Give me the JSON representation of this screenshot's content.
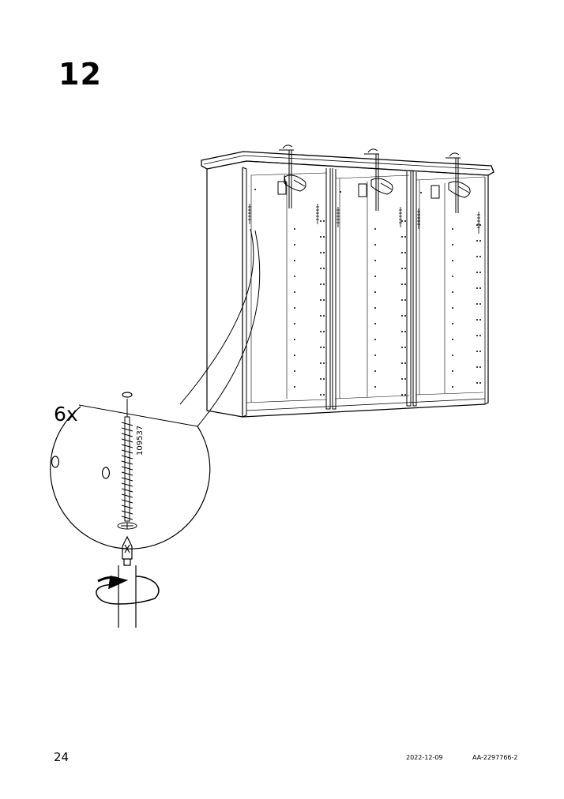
{
  "step": {
    "number": "12"
  },
  "detail": {
    "quantity": "6x",
    "part_number": "109537"
  },
  "footer": {
    "page_number": "24",
    "date": "2022-12-09",
    "document_id": "AA-2297766-2"
  },
  "icons": [
    "cabinet-illustration",
    "screw-icon",
    "screwdriver-icon",
    "rotation-arrow-icon"
  ]
}
